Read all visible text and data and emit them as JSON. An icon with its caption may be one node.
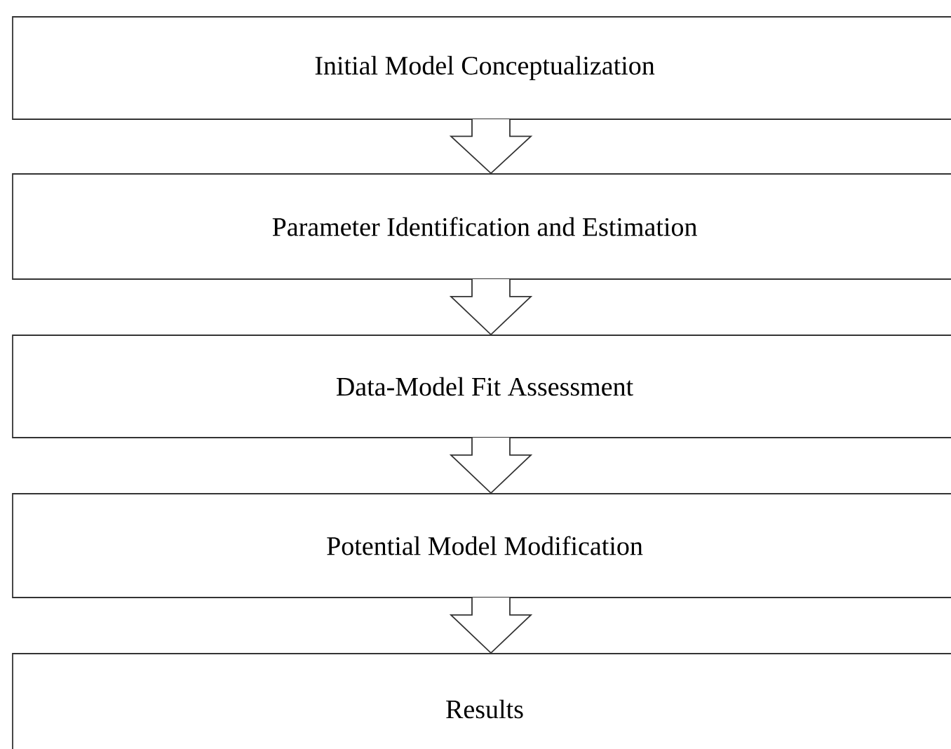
{
  "diagram": {
    "nodes": [
      {
        "text": [
          "Initial Model Conceptualization"
        ]
      },
      {
        "text": [
          "Parameter Identification and Estimation"
        ]
      },
      {
        "text": [
          "Data-Model Fit Assessment"
        ]
      },
      {
        "text": [
          "Potential Model Modification"
        ]
      },
      {
        "text": [
          "Results"
        ]
      }
    ],
    "edges": [
      {
        "from": 0,
        "to": 1,
        "arrow": "to"
      },
      {
        "from": 1,
        "to": 2,
        "arrow": "to"
      },
      {
        "from": 2,
        "to": 3,
        "arrow": "to"
      },
      {
        "from": 3,
        "to": 4,
        "arrow": "to"
      }
    ]
  }
}
